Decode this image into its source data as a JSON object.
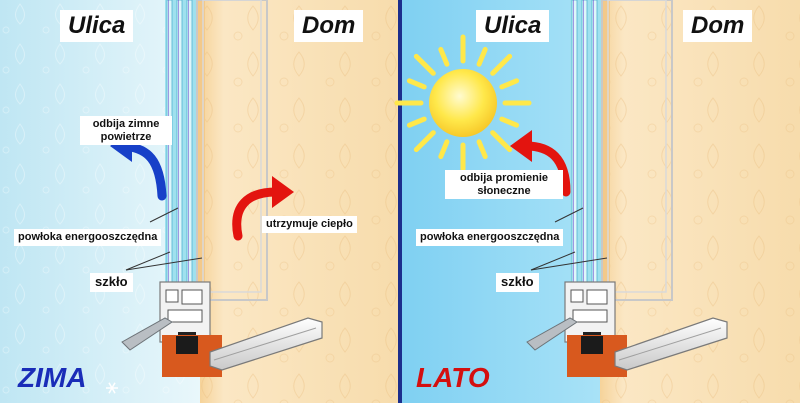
{
  "panels": [
    {
      "outside_label": "Ulica",
      "inside_label": "Dom",
      "arrow_outside_label": "odbija zimne powietrze",
      "arrow_inside_label": "utrzymuje ciepło",
      "coating_label": "powłoka energooszczędna",
      "glass_label": "szkło",
      "season_label": "ZIMA"
    },
    {
      "outside_label": "Ulica",
      "inside_label": "Dom",
      "arrow_outside_label": "odbija promienie słoneczne",
      "coating_label": "powłoka energooszczędna",
      "glass_label": "szkło",
      "season_label": "LATO"
    }
  ],
  "colors": {
    "winter_outside": "#bfe6f3",
    "summer_outside": "#7fd0f2",
    "house_wall": "#f8dcaa",
    "divider": "#1c2e8c",
    "cold_arrow": "#1740c8",
    "warm_arrow": "#e3140f",
    "sun": "#ffe84a",
    "zima_text": "#1a2cb8",
    "lato_text": "#d40f0f",
    "glass": "#9fe0ee",
    "frame": "#f2f2f2",
    "sill_red": "#d8591e"
  },
  "icons": [
    "sun-icon",
    "snowflake-icon"
  ]
}
